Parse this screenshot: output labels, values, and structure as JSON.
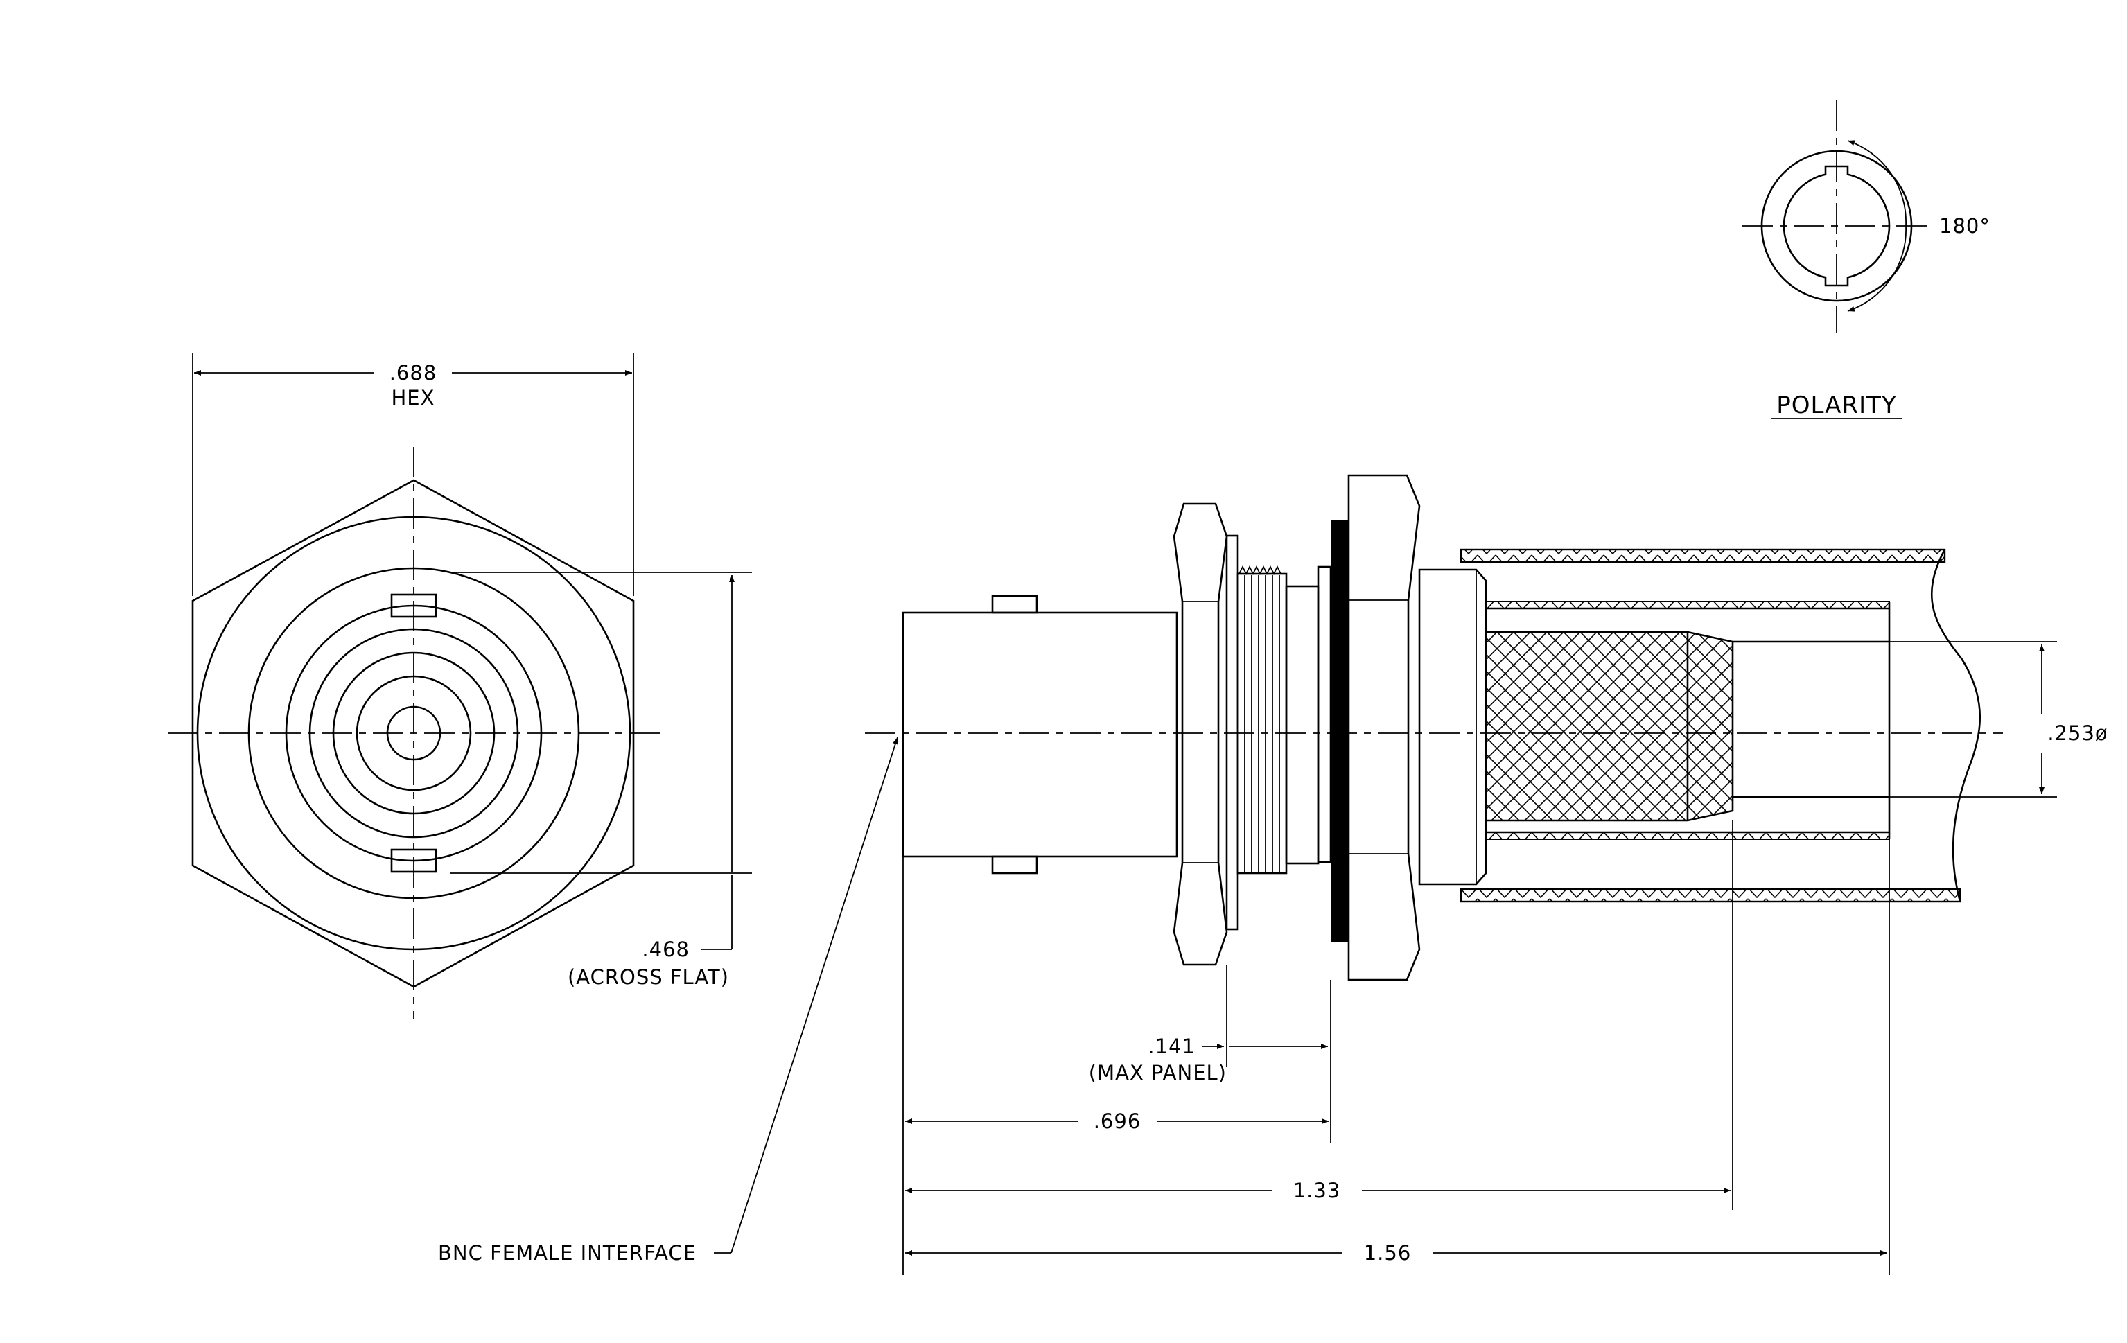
{
  "labels": {
    "hex_dim": ".688",
    "hex_word": "HEX",
    "flat_dim": ".468",
    "flat_note": "(ACROSS FLAT)",
    "panel_dim": ".141",
    "panel_note": "(MAX PANEL)",
    "len_696": ".696",
    "len_133": "1.33",
    "len_156": "1.56",
    "dia_253": ".253ø",
    "interface_note": "BNC FEMALE INTERFACE",
    "polarity_angle": "180°",
    "polarity_title": "POLARITY"
  },
  "colors": {
    "line": "#000000",
    "background": "#ffffff"
  }
}
